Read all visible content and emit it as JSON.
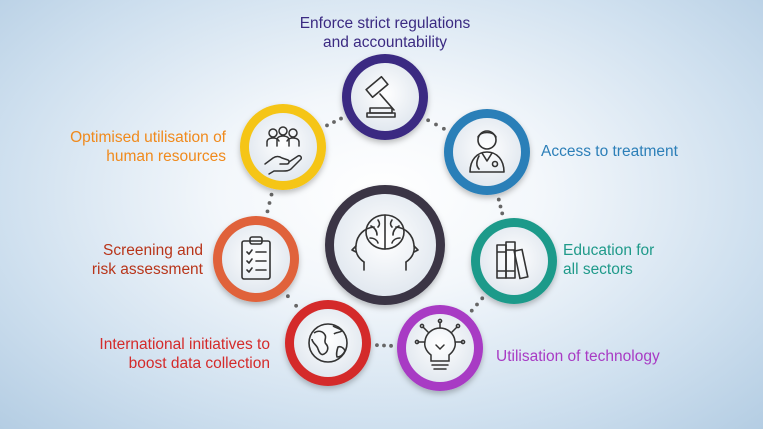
{
  "center": {
    "icon": "brain-heads-icon"
  },
  "nodes": [
    {
      "id": "regulations",
      "lines": [
        "Enforce strict regulations",
        "and accountability"
      ],
      "color": "#3b2a82",
      "icon": "gavel-icon"
    },
    {
      "id": "treatment",
      "lines": [
        "Access to treatment"
      ],
      "color": "#2c7fb8",
      "icon": "doctor-icon"
    },
    {
      "id": "education",
      "lines": [
        "Education for",
        "all sectors"
      ],
      "color": "#1f9a8a",
      "icon": "books-icon"
    },
    {
      "id": "technology",
      "lines": [
        "Utilisation of technology"
      ],
      "color": "#a83bc4",
      "icon": "lightbulb-circuit-icon"
    },
    {
      "id": "international",
      "lines": [
        "International initiatives to",
        "boost data collection"
      ],
      "color": "#d42a2a",
      "icon": "globe-icon"
    },
    {
      "id": "screening",
      "lines": [
        "Screening and",
        "risk assessment"
      ],
      "color": "#b8351a",
      "icon": "clipboard-checklist-icon"
    },
    {
      "id": "human-resources",
      "lines": [
        "Optimised utilisation of",
        "human resources"
      ],
      "color": "#f08a1c",
      "icon": "people-hand-icon"
    }
  ]
}
